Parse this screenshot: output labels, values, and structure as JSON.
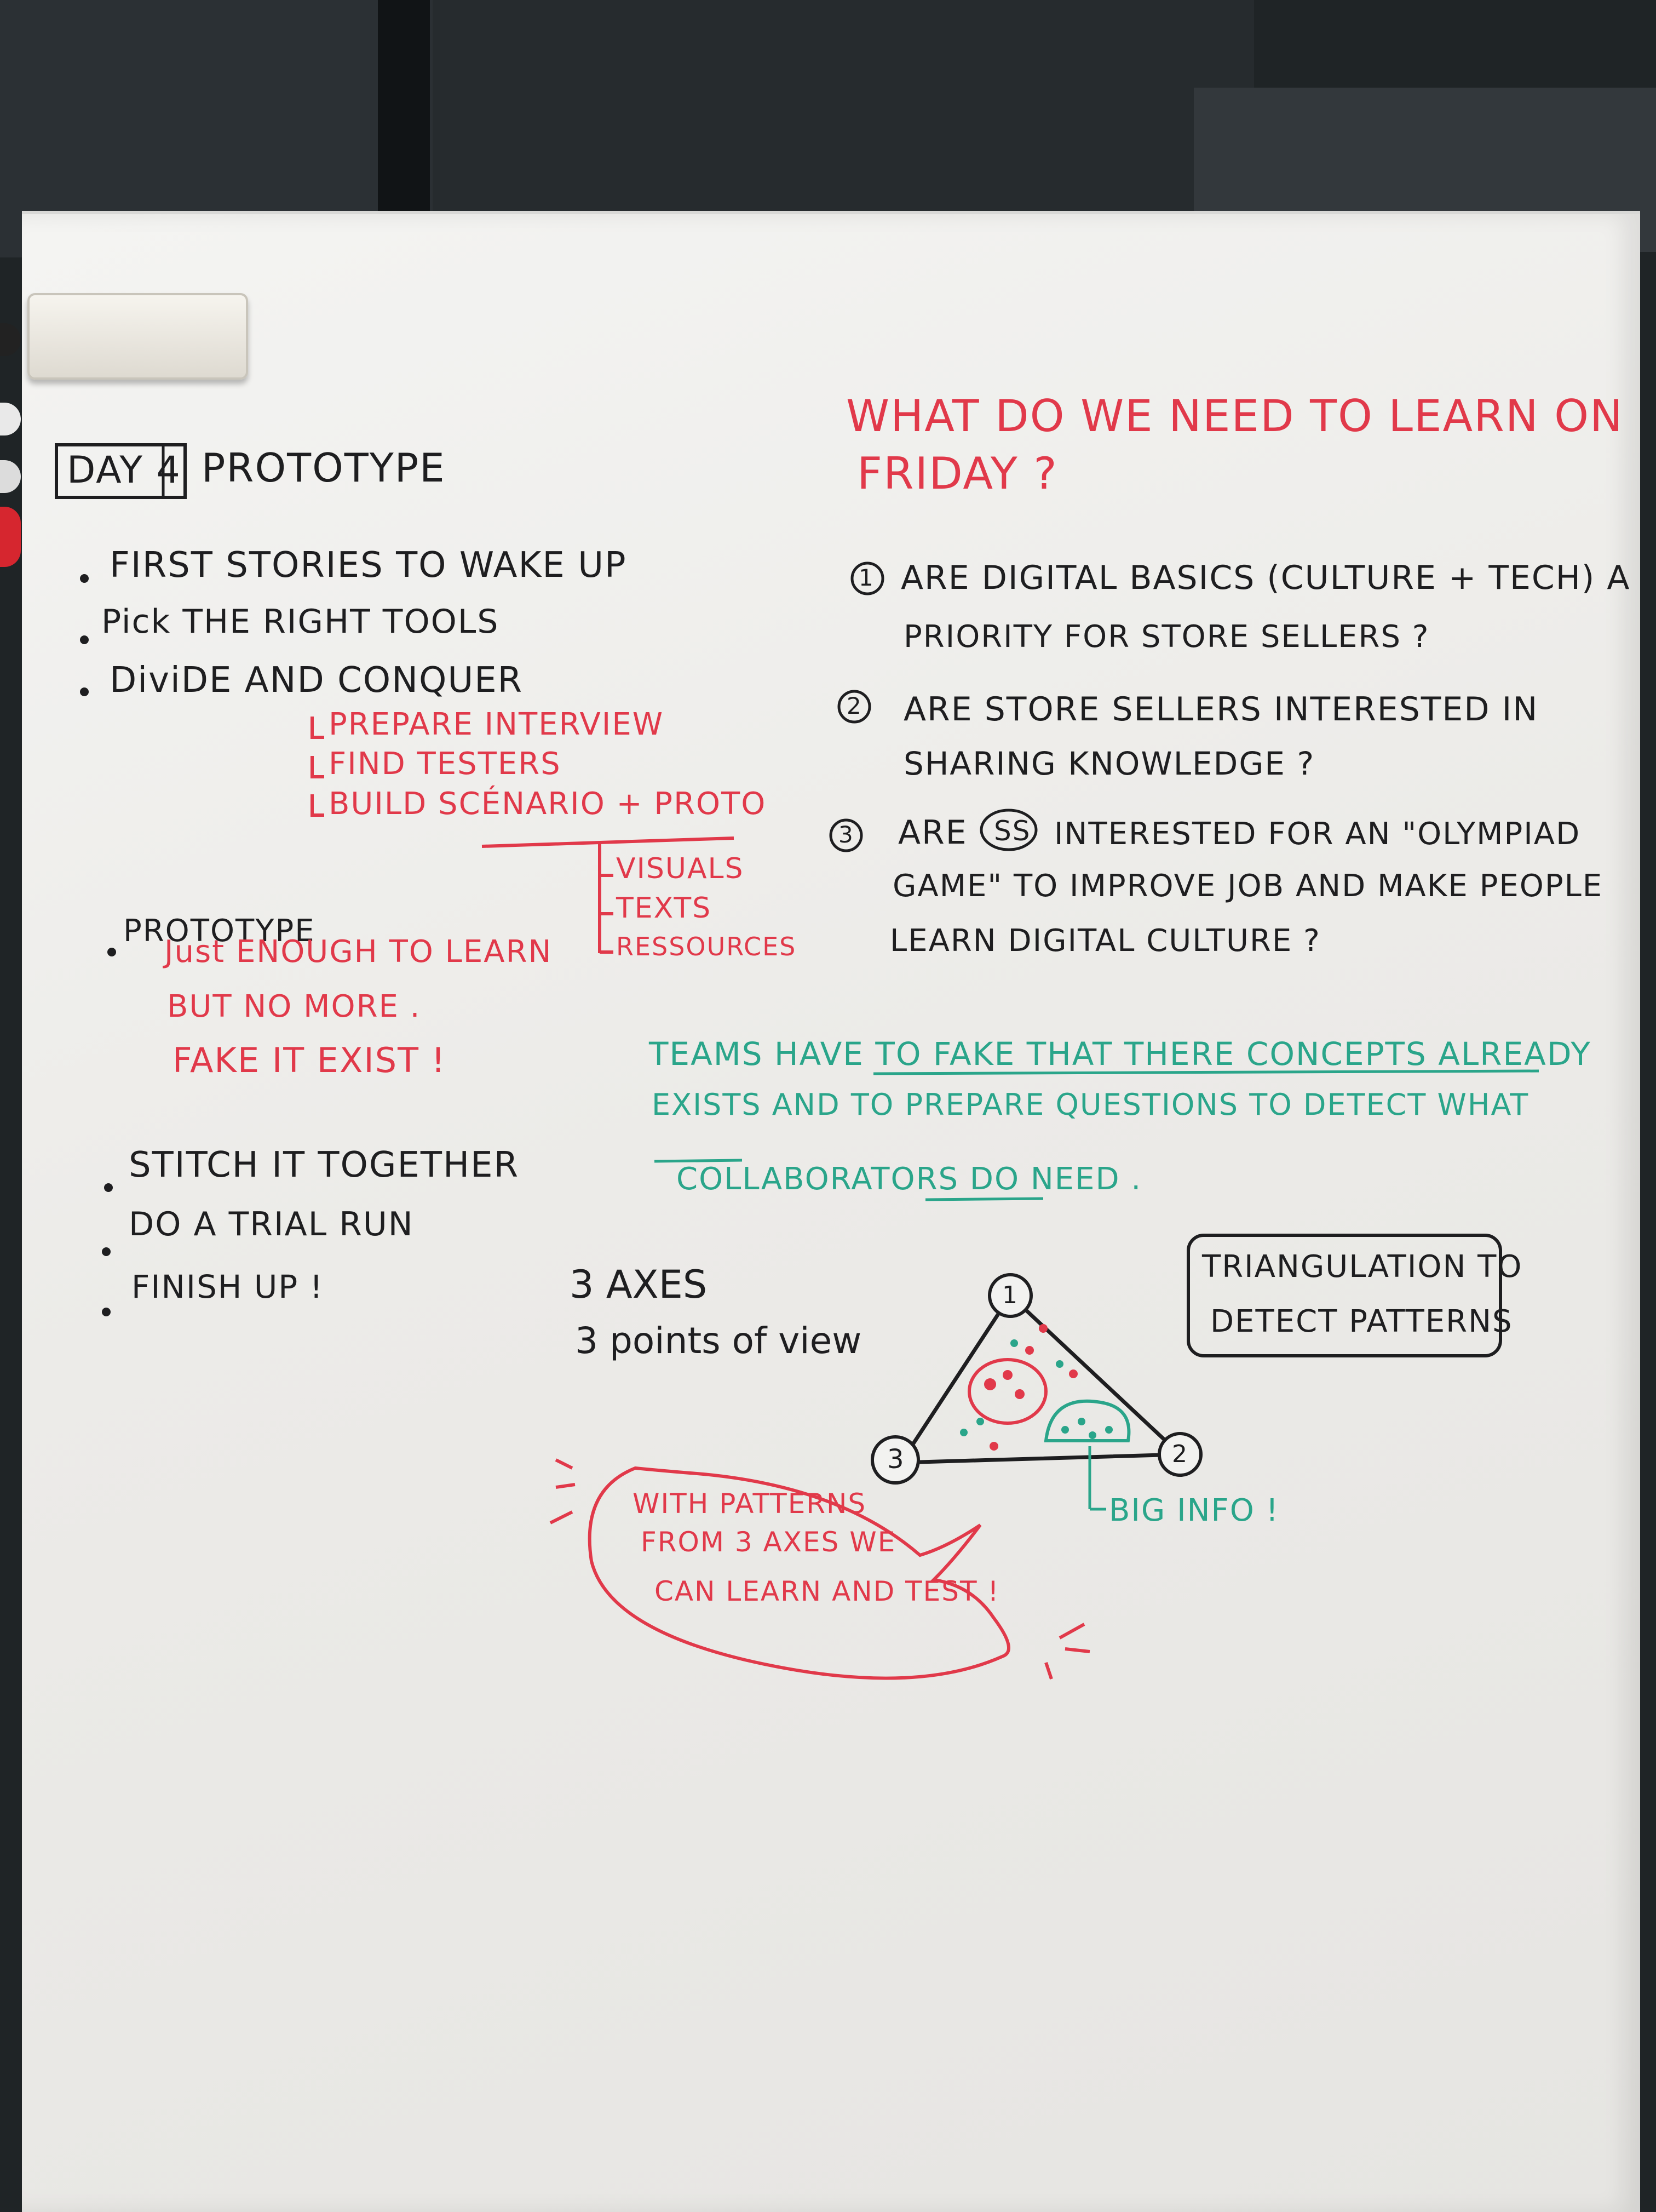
{
  "agenda": {
    "day_label": "DAY 4",
    "title": "PROTOTYPE",
    "items": [
      {
        "text": "FIRST STORIES TO WAKE UP"
      },
      {
        "text": "Pick THE RIGHT TOOLS"
      },
      {
        "text": "DiviDE AND CONQUER"
      }
    ],
    "sub_items": [
      "PREPARE INTERVIEW",
      "FIND TESTERS",
      "BUILD SCÉNARIO + PROTO"
    ],
    "sub_sub_items": [
      "VISUALS",
      "TEXTS",
      "RESSOURCES"
    ],
    "prototype": {
      "label": "PROTOTYPE",
      "line1": "Just ENOUGH TO LEARN",
      "line2": "BUT NO MORE .",
      "line3": "FAKE IT EXIST !"
    },
    "later_items": [
      "STITCH IT TOGETHER",
      "DO A TRIAL RUN",
      "FINISH UP !"
    ]
  },
  "questions": {
    "header_line1": "WHAT DO WE NEED TO LEARN ON",
    "header_line2": "FRIDAY ?",
    "q1": {
      "num": "1",
      "line1": "ARE DIGITAL BASICS (CULTURE + TECH) A",
      "line2": "PRIORITY FOR STORE SELLERS ?"
    },
    "q2": {
      "num": "2",
      "line1": "ARE STORE SELLERS INTERESTED IN",
      "line2": "SHARING KNOWLEDGE ?"
    },
    "q3": {
      "num": "3",
      "pre": "ARE",
      "circled": "SS",
      "post": "INTERESTED FOR AN \"OLYMPIAD",
      "line2": "GAME\" TO IMPROVE JOB AND MAKE PEOPLE",
      "line3": "LEARN DIGITAL CULTURE ?"
    }
  },
  "teams_note": {
    "line1": "TEAMS HAVE TO FAKE THAT THERE CONCEPTS ALREADY",
    "line2": "EXISTS AND TO PREPARE QUESTIONS TO DETECT WHAT",
    "line3": "COLLABORATORS DO NEED ."
  },
  "axes_note": {
    "line1": "3 AXES",
    "line2": "3 points of view"
  },
  "triangulation": {
    "line1": "TRIANGULATION TO",
    "line2": "DETECT PATTERNS"
  },
  "triangle": {
    "vertex_top": "1",
    "vertex_right": "2",
    "vertex_left": "3",
    "label": "BIG INFO !"
  },
  "bubble": {
    "line1": "WITH PATTERNS",
    "line2": "FROM 3 AXES WE",
    "line3": "CAN LEARN AND TEST !"
  },
  "colors": {
    "black_marker": "#1e1e20",
    "red_marker": "#e1394a",
    "green_marker": "#2aa58a",
    "board": "#eeeeec"
  }
}
